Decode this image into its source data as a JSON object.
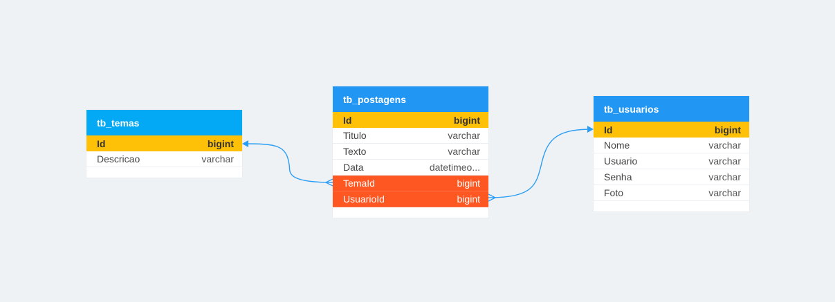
{
  "colors": {
    "background": "#eff2f5",
    "header_temas": "#03a9f4",
    "header_default": "#2196f3",
    "primary_key": "#ffc107",
    "foreign_key": "#ff5722",
    "link": "#2a9df4"
  },
  "tables": {
    "temas": {
      "name": "tb_temas",
      "rows": [
        {
          "field": "Id",
          "type": "bigint"
        },
        {
          "field": "Descricao",
          "type": "varchar"
        }
      ]
    },
    "postagens": {
      "name": "tb_postagens",
      "rows": [
        {
          "field": "Id",
          "type": "bigint"
        },
        {
          "field": "Titulo",
          "type": "varchar"
        },
        {
          "field": "Texto",
          "type": "varchar"
        },
        {
          "field": "Data",
          "type": "datetimeo..."
        },
        {
          "field": "TemaId",
          "type": "bigint"
        },
        {
          "field": "UsuarioId",
          "type": "bigint"
        }
      ]
    },
    "usuarios": {
      "name": "tb_usuarios",
      "rows": [
        {
          "field": "Id",
          "type": "bigint"
        },
        {
          "field": "Nome",
          "type": "varchar"
        },
        {
          "field": "Usuario",
          "type": "varchar"
        },
        {
          "field": "Senha",
          "type": "varchar"
        },
        {
          "field": "Foto",
          "type": "varchar"
        }
      ]
    }
  }
}
